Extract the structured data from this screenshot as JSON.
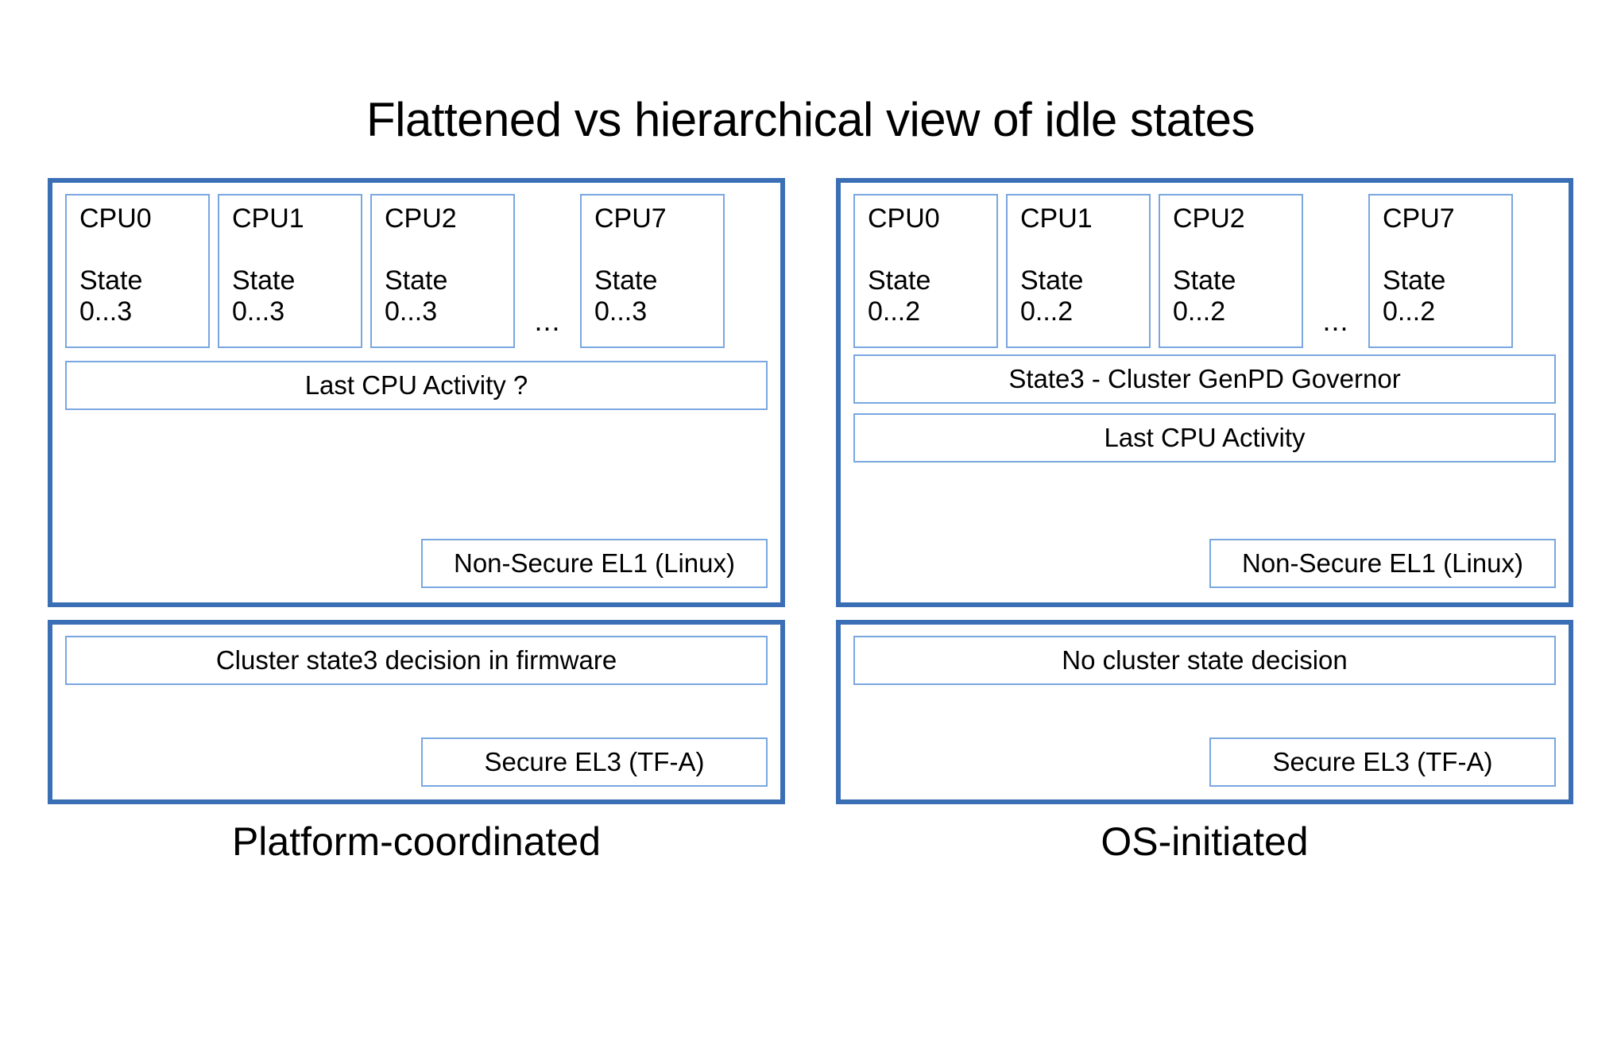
{
  "slide": {
    "title": "Flattened vs hierarchical view of idle states"
  },
  "columns": [
    {
      "id": "platform-coordinated",
      "caption": "Platform-coordinated",
      "os_panel": {
        "cpus": [
          {
            "name": "CPU0",
            "state_label": "State",
            "state_range": "0...3"
          },
          {
            "name": "CPU1",
            "state_label": "State",
            "state_range": "0...3"
          },
          {
            "name": "CPU2",
            "state_label": "State",
            "state_range": "0...3"
          },
          {
            "name": "CPU7",
            "state_label": "State",
            "state_range": "0...3"
          }
        ],
        "ellipsis": "...",
        "bars": [
          "Last CPU Activity ?"
        ],
        "level_tag": "Non-Secure EL1 (Linux)"
      },
      "fw_panel": {
        "bars": [
          "Cluster state3 decision in firmware"
        ],
        "level_tag": "Secure EL3 (TF-A)"
      }
    },
    {
      "id": "os-initiated",
      "caption": "OS-initiated",
      "os_panel": {
        "cpus": [
          {
            "name": "CPU0",
            "state_label": "State",
            "state_range": "0...2"
          },
          {
            "name": "CPU1",
            "state_label": "State",
            "state_range": "0...2"
          },
          {
            "name": "CPU2",
            "state_label": "State",
            "state_range": "0...2"
          },
          {
            "name": "CPU7",
            "state_label": "State",
            "state_range": "0...2"
          }
        ],
        "ellipsis": "...",
        "bars": [
          "State3 - Cluster GenPD Governor",
          "Last CPU Activity"
        ],
        "level_tag": "Non-Secure EL1 (Linux)"
      },
      "fw_panel": {
        "bars": [
          "No cluster state decision"
        ],
        "level_tag": "Secure EL3 (TF-A)"
      }
    }
  ],
  "colors": {
    "panel_border": "#3b6fb5",
    "box_border": "#7aa7e0",
    "background": "#ffffff",
    "text": "#000000"
  }
}
